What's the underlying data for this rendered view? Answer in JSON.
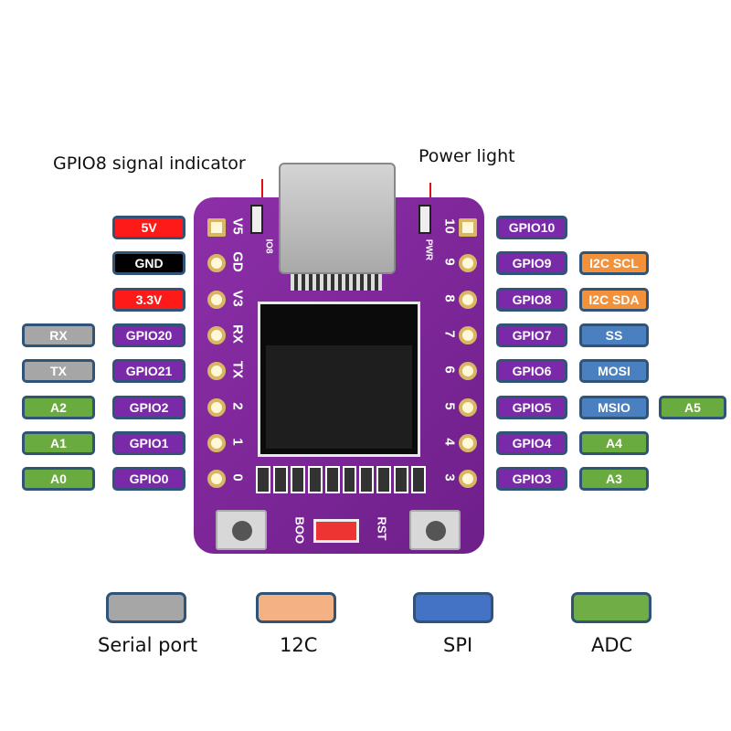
{
  "callouts": {
    "gpio8_indicator": "GPIO8 signal indicator",
    "power_light": "Power light"
  },
  "left_pins": [
    {
      "pin": "5V",
      "pin_color": "red",
      "silk": "V5"
    },
    {
      "pin": "GND",
      "pin_color": "black",
      "silk": "GD"
    },
    {
      "pin": "3.3V",
      "pin_color": "red",
      "silk": "V3"
    },
    {
      "pin": "GPIO20",
      "pin_color": "purple",
      "alt": "RX",
      "alt_color": "gray",
      "silk": "RX"
    },
    {
      "pin": "GPIO21",
      "pin_color": "purple",
      "alt": "TX",
      "alt_color": "gray",
      "silk": "TX"
    },
    {
      "pin": "GPIO2",
      "pin_color": "purple",
      "alt": "A2",
      "alt_color": "green",
      "silk": "2"
    },
    {
      "pin": "GPIO1",
      "pin_color": "purple",
      "alt": "A1",
      "alt_color": "green",
      "silk": "1"
    },
    {
      "pin": "GPIO0",
      "pin_color": "purple",
      "alt": "A0",
      "alt_color": "green",
      "silk": "0"
    }
  ],
  "right_pins": [
    {
      "pin": "GPIO10",
      "silk": "10"
    },
    {
      "pin": "GPIO9",
      "alt": "I2C SCL",
      "alt_color": "orange",
      "silk": "9"
    },
    {
      "pin": "GPIO8",
      "alt": "I2C SDA",
      "alt_color": "orange",
      "silk": "8"
    },
    {
      "pin": "GPIO7",
      "alt": "SS",
      "alt_color": "blue",
      "silk": "7"
    },
    {
      "pin": "GPIO6",
      "alt": "MOSI",
      "alt_color": "blue",
      "silk": "6"
    },
    {
      "pin": "GPIO5",
      "alt": "MSIO",
      "alt_color": "blue",
      "alt2": "A5",
      "alt2_color": "green",
      "silk": "5"
    },
    {
      "pin": "GPIO4",
      "alt": "A4",
      "alt_color": "green",
      "silk": "4"
    },
    {
      "pin": "GPIO3",
      "alt": "A3",
      "alt_color": "green",
      "silk": "3"
    }
  ],
  "board_silk": {
    "io8": "IO8",
    "pwr": "PWR",
    "boot": "BOO",
    "rst": "RST"
  },
  "legend": [
    {
      "label": "Serial port",
      "color": "#a6a6a6"
    },
    {
      "label": "12C",
      "color": "#f4b183"
    },
    {
      "label": "SPI",
      "color": "#4472c4"
    },
    {
      "label": "ADC",
      "color": "#70ad47"
    }
  ]
}
